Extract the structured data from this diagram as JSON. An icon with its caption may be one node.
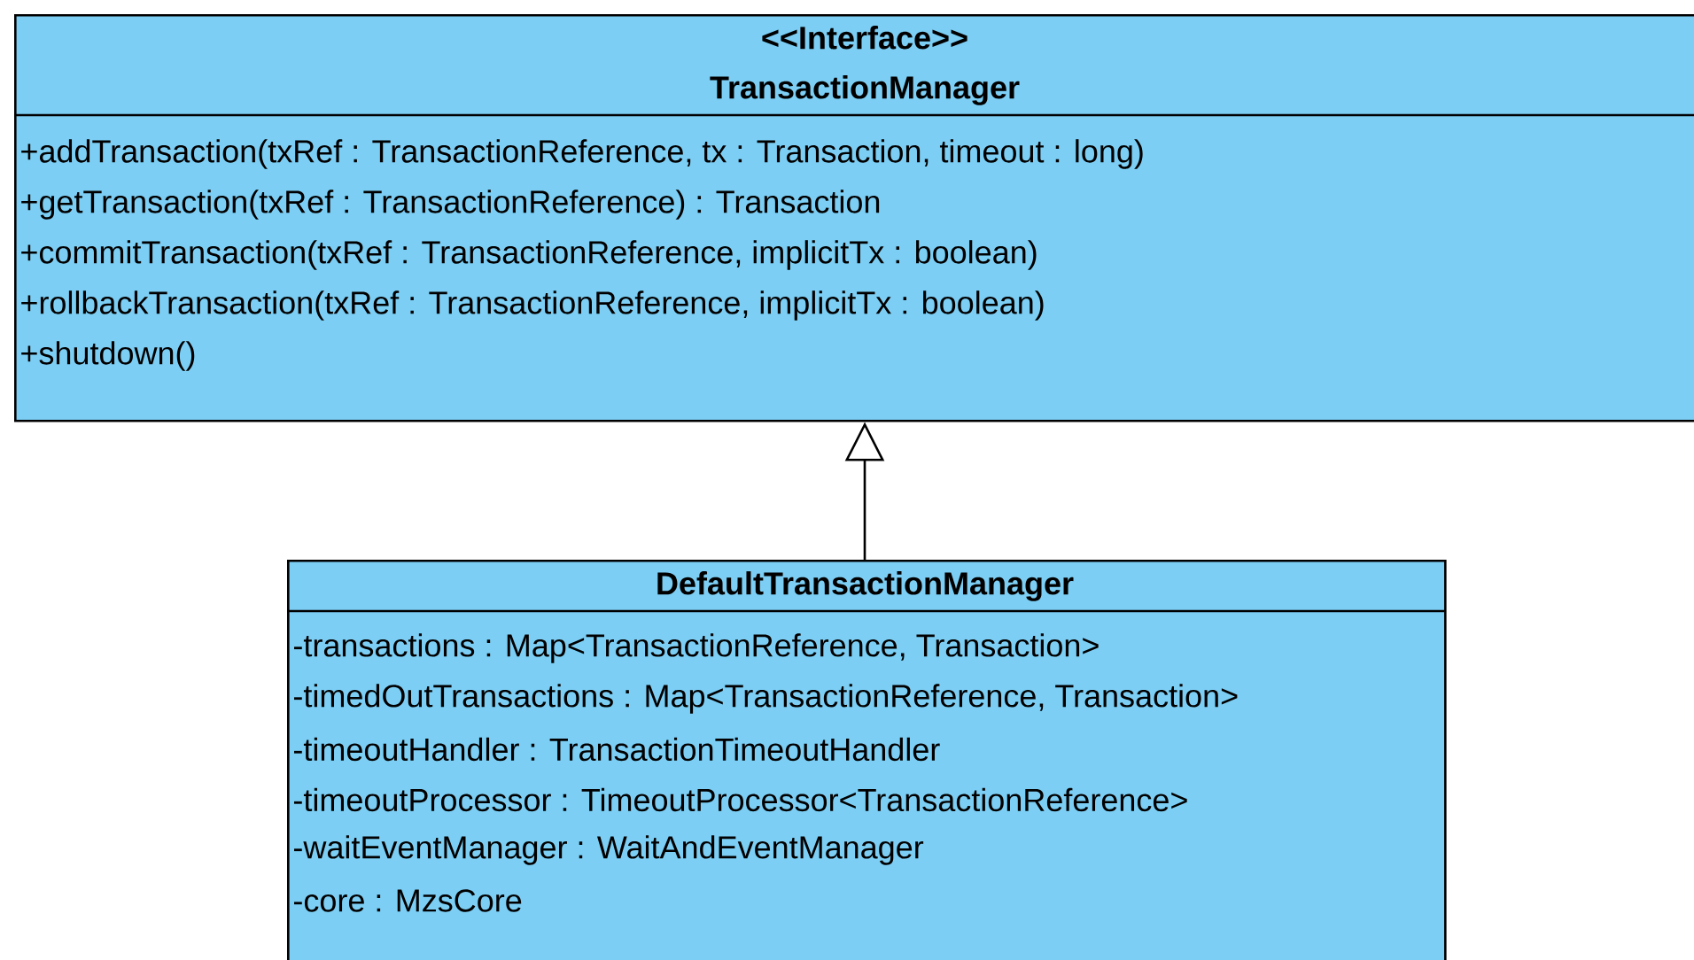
{
  "diagram": {
    "nodes": [
      {
        "text": [
          "<<Interface>> TransactionManager",
          "+addTransaction(txRef : TransactionReference, tx : Transaction, timeout : long)",
          "+getTransaction(txRef : TransactionReference) : Transaction",
          "+commitTransaction(txRef : TransactionReference, implicitTx : boolean)",
          "+rollbackTransaction(txRef : TransactionReference, implicitTx : boolean)",
          "+shutdown()"
        ]
      },
      {
        "text": [
          "DefaultTransactionManager",
          "-transactions : Map<TransactionReference, Transaction>",
          "-timedOutTransactions : Map<TransactionReference, Transaction>",
          "-timeoutHandler : TransactionTimeoutHandler",
          "-timeoutProcessor : TimeoutProcessor<TransactionReference>",
          "-waitEventManager : WaitAndEventManager",
          "-core : MzsCore"
        ]
      }
    ],
    "edges": [
      {
        "from": 1,
        "to": 0,
        "arrow": "to"
      }
    ]
  }
}
